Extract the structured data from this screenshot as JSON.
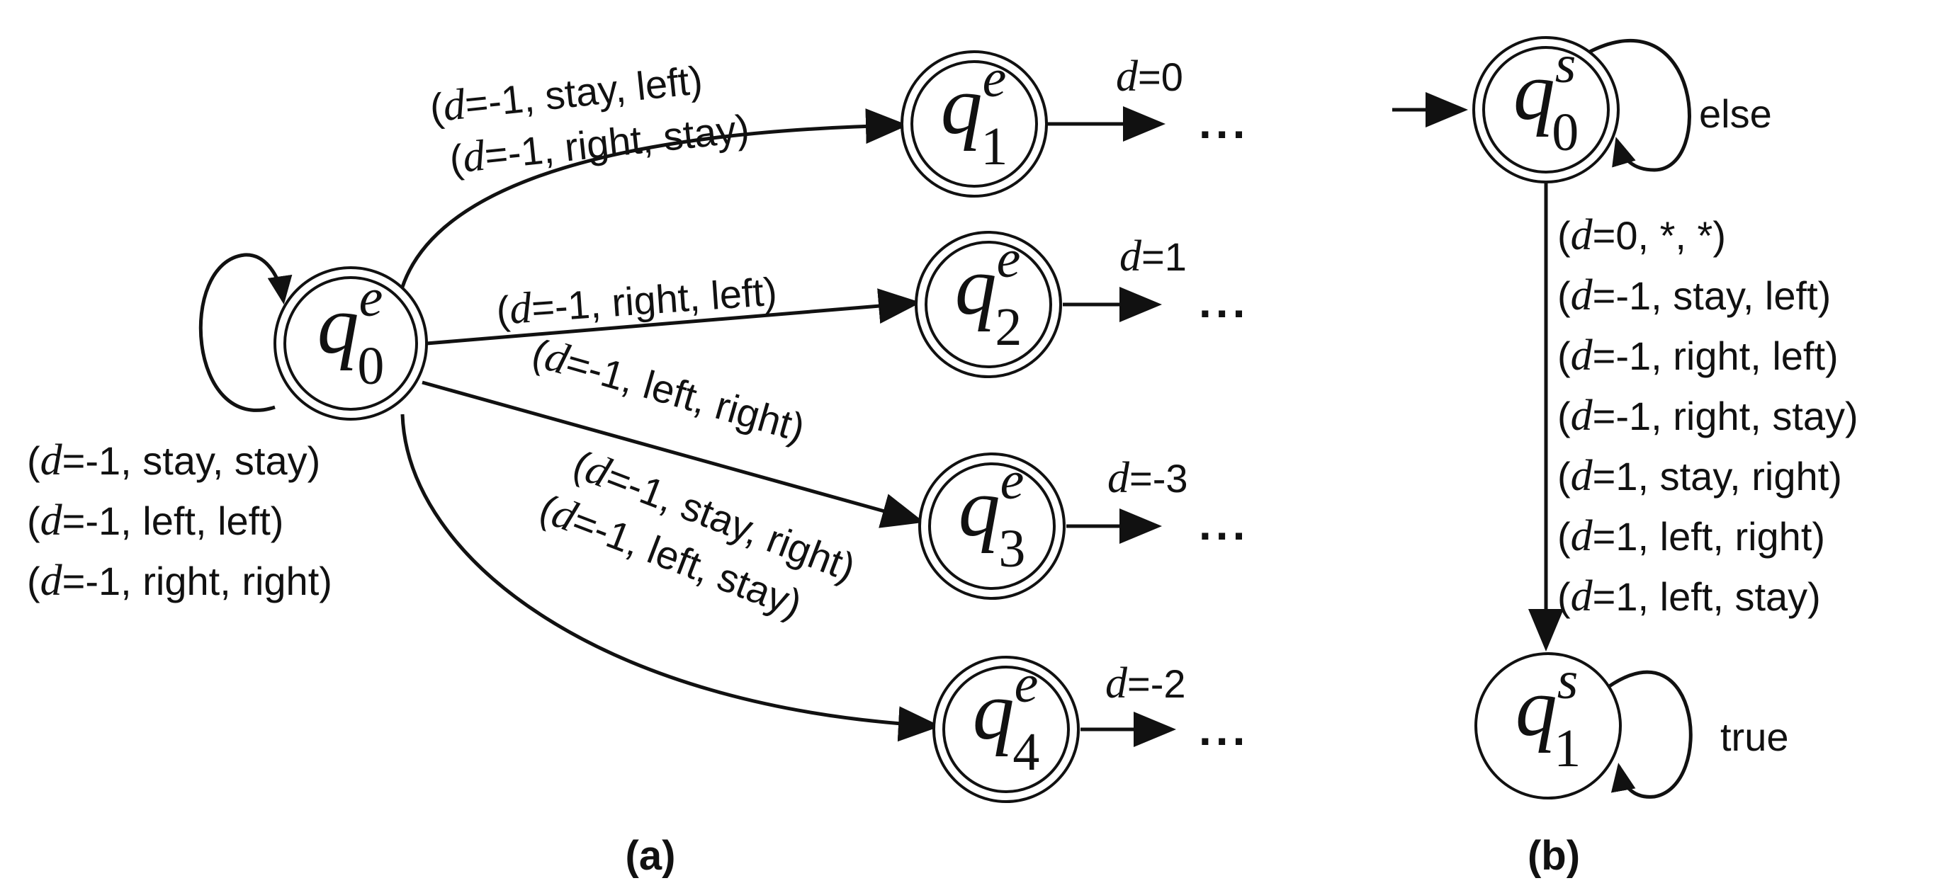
{
  "panel_a": {
    "caption": "(a)",
    "states": [
      {
        "base": "q",
        "sup": "e",
        "sub": "0",
        "accepting": true
      },
      {
        "base": "q",
        "sup": "e",
        "sub": "1",
        "accepting": true
      },
      {
        "base": "q",
        "sup": "e",
        "sub": "2",
        "accepting": true
      },
      {
        "base": "q",
        "sup": "e",
        "sub": "3",
        "accepting": true
      },
      {
        "base": "q",
        "sup": "e",
        "sub": "4",
        "accepting": true
      }
    ],
    "self_loop_labels": [
      {
        "open": "(",
        "var": "d",
        "rest": "=-1, stay, stay)"
      },
      {
        "open": "(",
        "var": "d",
        "rest": "=-1, left, left)"
      },
      {
        "open": "(",
        "var": "d",
        "rest": "=-1, right, right)"
      }
    ],
    "edge_q1_labels": [
      {
        "open": "(",
        "var": "d",
        "rest": "=-1, stay, left)"
      },
      {
        "open": "(",
        "var": "d",
        "rest": "=-1, right, stay)"
      }
    ],
    "edge_q2_labels": [
      {
        "open": "(",
        "var": "d",
        "rest": "=-1, right, left)"
      }
    ],
    "edge_q3_labels": [
      {
        "open": "(",
        "var": "d",
        "rest": "=-1, left, right)"
      }
    ],
    "edge_q4_labels": [
      {
        "open": "(",
        "var": "d",
        "rest": "=-1, stay, right)"
      },
      {
        "open": "(",
        "var": "d",
        "rest": "=-1, left, stay)"
      }
    ],
    "outgoing": [
      {
        "var": "d",
        "rest": "=0",
        "dots": "..."
      },
      {
        "var": "d",
        "rest": "=1",
        "dots": "..."
      },
      {
        "var": "d",
        "rest": "=-3",
        "dots": "..."
      },
      {
        "var": "d",
        "rest": "=-2",
        "dots": "..."
      }
    ]
  },
  "panel_b": {
    "caption": "(b)",
    "states": [
      {
        "base": "q",
        "sup": "s",
        "sub": "0",
        "accepting": true
      },
      {
        "base": "q",
        "sup": "s",
        "sub": "1",
        "accepting": false
      }
    ],
    "q0_loop_label": "else",
    "q1_loop_label": "true",
    "transition_labels": [
      {
        "open": "(",
        "var": "d",
        "rest": "=0, *, *)"
      },
      {
        "open": "(",
        "var": "d",
        "rest": "=-1, stay, left)"
      },
      {
        "open": "(",
        "var": "d",
        "rest": "=-1, right, left)"
      },
      {
        "open": "(",
        "var": "d",
        "rest": "=-1, right, stay)"
      },
      {
        "open": "(",
        "var": "d",
        "rest": "=1, stay, right)"
      },
      {
        "open": "(",
        "var": "d",
        "rest": "=1, left, right)"
      },
      {
        "open": "(",
        "var": "d",
        "rest": "=1, left, stay)"
      }
    ]
  }
}
